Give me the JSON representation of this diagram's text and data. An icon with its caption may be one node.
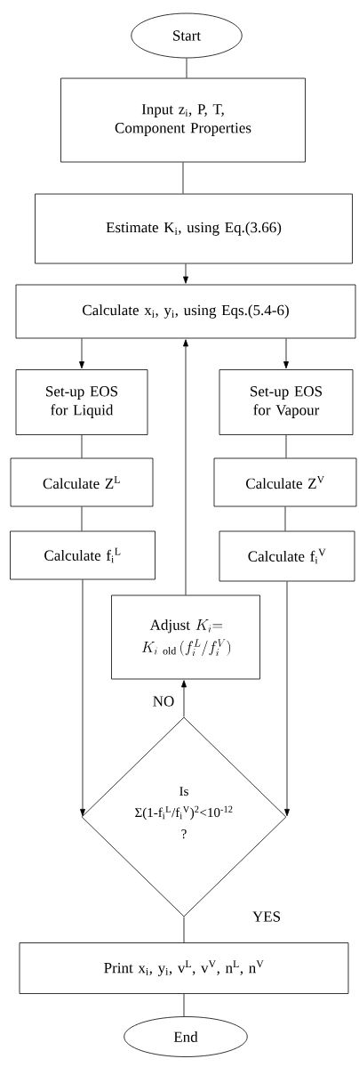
{
  "diagram": {
    "nodes": [
      {
        "text": [
          "Start"
        ]
      },
      {
        "text": [
          "Input z$_{i}$, P, T, Component Properties"
        ]
      },
      {
        "text": [
          "Estimate K$_{i}$, using Eq.(3.66)"
        ]
      },
      {
        "text": [
          "Calculate x$_{i}$, y$_{i}$, using Eqs.(5.4-6)"
        ]
      },
      {
        "text": [
          "Set-up EOS for Liquid"
        ]
      },
      {
        "text": [
          "Calculate Z$^{L}$"
        ]
      },
      {
        "text": [
          "Calculate f$_{i}$$^{L}$"
        ]
      },
      {
        "text": [
          "Set-up EOS for Vapour"
        ]
      },
      {
        "text": [
          "Calculate Z$^{V}$"
        ]
      },
      {
        "text": [
          "Calculate f$_{i}$$^{V}$"
        ]
      },
      {
        "text": [
          "\\begin{array}{c}\\mathrm{Adjust}\\ K_{i}{=}\\\\[4pt] K_{i\\ \\mathrm{old}}\\,(f_{i}^{L}/f_{i}^{V})\\end{array}"
        ]
      },
      {
        "text": [
          "Is",
          "Σ(1-f$_{i}$$^{L}$/f$_{i}$$^{V}$)$^{2}$<10$^{-12}$",
          "?"
        ]
      },
      {
        "text": [
          "Print x$_{i}$, y$_{i}$, v$^{L}$, v$^{V}$, n$^{L}$, n$^{V}$"
        ]
      },
      {
        "text": [
          "End"
        ]
      }
    ],
    "edges": [
      {
        "from": 0,
        "to": 1,
        "arrow": "none"
      },
      {
        "from": 1,
        "to": 2,
        "arrow": "none"
      },
      {
        "from": 2,
        "to": 3,
        "arrow": "to"
      },
      {
        "from": 3,
        "to": 4,
        "arrow": "to"
      },
      {
        "from": 3,
        "to": 7,
        "arrow": "to"
      },
      {
        "from": 4,
        "to": 5,
        "arrow": "none"
      },
      {
        "from": 5,
        "to": 6,
        "arrow": "none"
      },
      {
        "from": 7,
        "to": 8,
        "arrow": "none"
      },
      {
        "from": 8,
        "to": 9,
        "arrow": "none"
      },
      {
        "from": 6,
        "to": 11,
        "arrow": "to"
      },
      {
        "from": 9,
        "to": 11,
        "arrow": "to"
      },
      {
        "from": 11,
        "to": 10,
        "label": "NO",
        "arrow": "to"
      },
      {
        "from": 10,
        "to": 3,
        "arrow": "to"
      },
      {
        "from": 11,
        "to": 12,
        "label": "YES",
        "arrow": "none"
      },
      {
        "from": 12,
        "to": 13,
        "arrow": "none"
      }
    ]
  }
}
